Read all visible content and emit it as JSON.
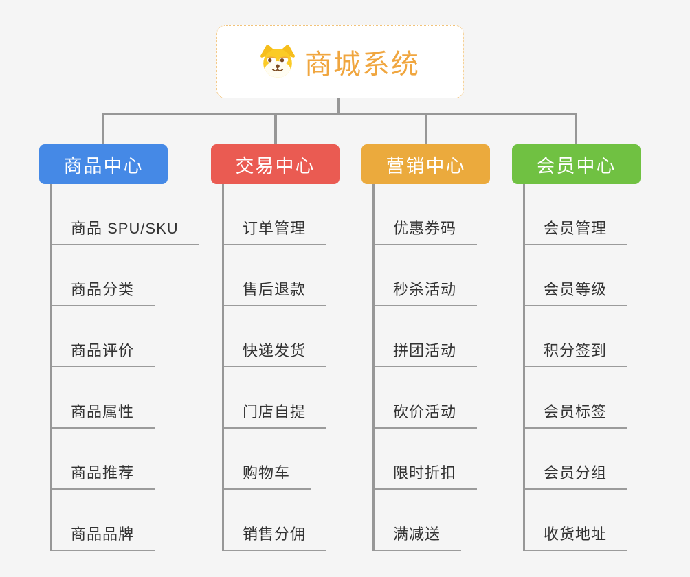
{
  "canvas": {
    "background": "#f5f5f5"
  },
  "connectors": {
    "color": "#979797"
  },
  "root": {
    "title": "商城系统",
    "icon": "shiba-dog-icon",
    "text_color": "#f0a63f",
    "border_color": "#f2c379",
    "background": "#ffffff"
  },
  "branches": [
    {
      "label": "商品中心",
      "color": "#4589e6",
      "children": [
        "商品 SPU/SKU",
        "商品分类",
        "商品评价",
        "商品属性",
        "商品推荐",
        "商品品牌"
      ]
    },
    {
      "label": "交易中心",
      "color": "#ea5b52",
      "children": [
        "订单管理",
        "售后退款",
        "快递发货",
        "门店自提",
        "购物车",
        "销售分佣"
      ]
    },
    {
      "label": "营销中心",
      "color": "#ebaa3d",
      "children": [
        "优惠券码",
        "秒杀活动",
        "拼团活动",
        "砍价活动",
        "限时折扣",
        "满减送"
      ]
    },
    {
      "label": "会员中心",
      "color": "#70c142",
      "children": [
        "会员管理",
        "会员等级",
        "积分签到",
        "会员标签",
        "会员分组",
        "收货地址"
      ]
    }
  ]
}
